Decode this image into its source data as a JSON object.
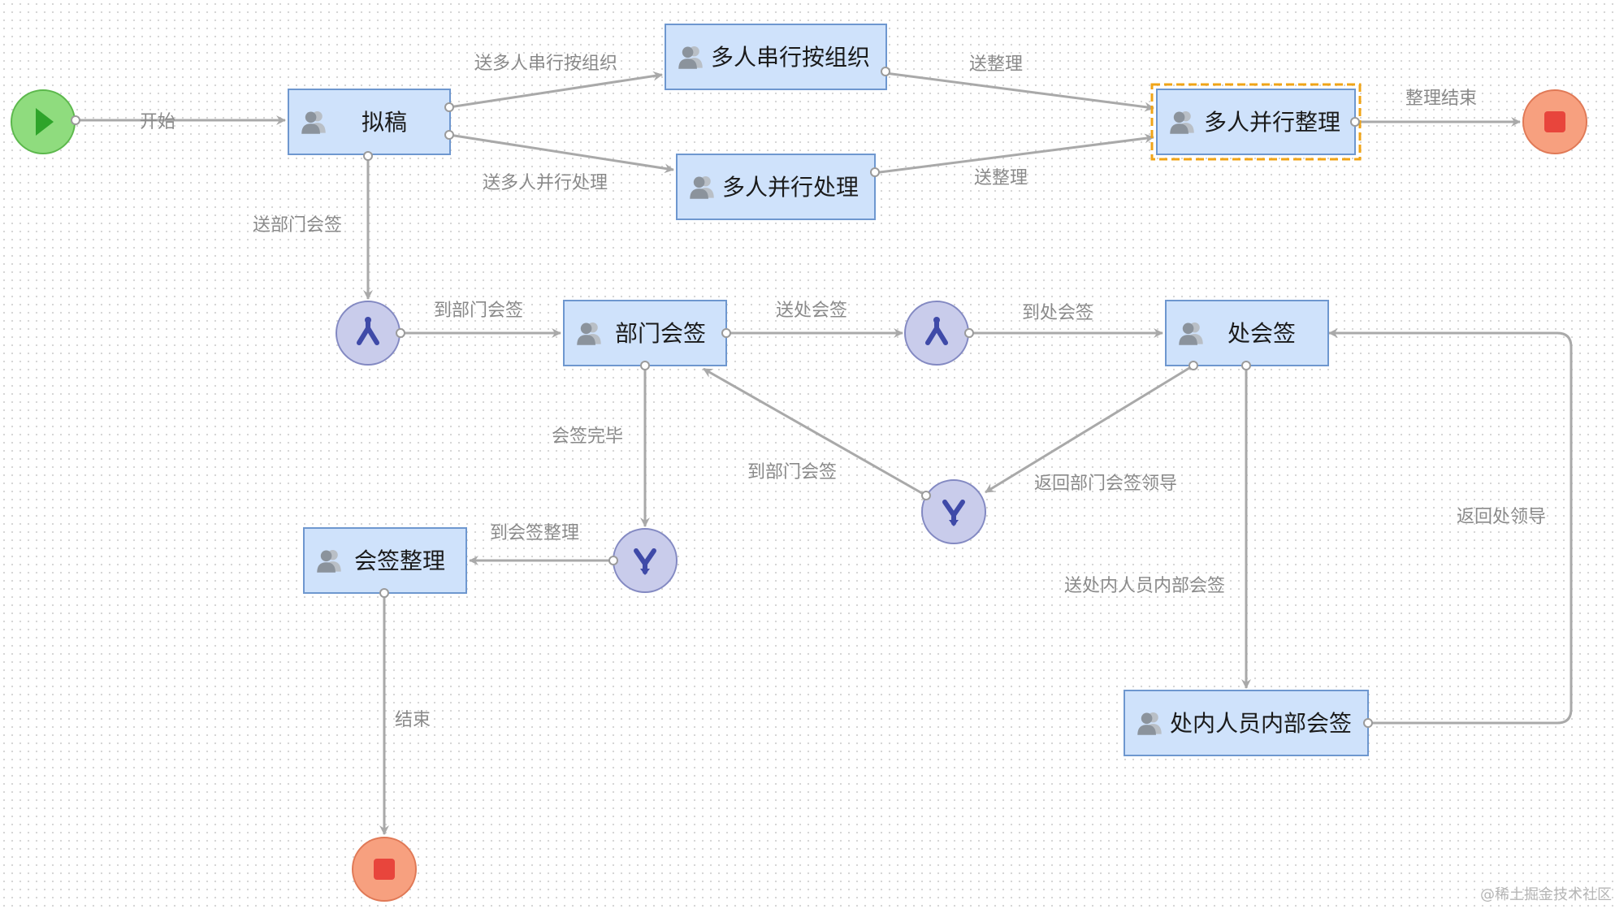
{
  "nodes": {
    "start": {
      "type": "start"
    },
    "draft": {
      "type": "task",
      "label": "拟稿"
    },
    "serial_org": {
      "type": "task",
      "label": "多人串行按组织"
    },
    "parallel_process": {
      "type": "task",
      "label": "多人并行处理"
    },
    "parallel_arrange": {
      "type": "task",
      "label": "多人并行整理",
      "selected": true
    },
    "end_top": {
      "type": "end"
    },
    "fork_dept": {
      "type": "fork"
    },
    "dept_sign": {
      "type": "task",
      "label": "部门会签"
    },
    "fork_office": {
      "type": "fork"
    },
    "office_sign": {
      "type": "task",
      "label": "处会签"
    },
    "join_dept": {
      "type": "join"
    },
    "join_office": {
      "type": "join"
    },
    "sign_arrange": {
      "type": "task",
      "label": "会签整理"
    },
    "office_internal": {
      "type": "task",
      "label": "处内人员内部会签"
    },
    "end_bottom": {
      "type": "end"
    }
  },
  "edges": {
    "e_start": "开始",
    "e_to_serial": "送多人串行按组织",
    "e_to_parallel": "送多人并行处理",
    "e_serial_arrange": "送整理",
    "e_parallel_arrange": "送整理",
    "e_arrange_end": "整理结束",
    "e_to_dept_fork": "送部门会签",
    "e_fork_dept": "到部门会签",
    "e_to_office": "送处会签",
    "e_fork_office": "到处会签",
    "e_dept_done": "会签完毕",
    "e_join_arrange": "到会签整理",
    "e_back_dept": "到部门会签",
    "e_return_dept_leader": "返回部门会签领导",
    "e_internal": "送处内人员内部会签",
    "e_return_office_leader": "返回处领导",
    "e_end": "结束"
  },
  "watermark": "@稀土掘金技术社区",
  "colors": {
    "task_fill": "#cfe2fb",
    "task_stroke": "#6e97cf",
    "start_fill": "#8fdc7e",
    "end_fill": "#f7a07f",
    "gateway_fill": "#c9cceb",
    "selection": "#f0a417",
    "edge": "#a9a9a9"
  }
}
